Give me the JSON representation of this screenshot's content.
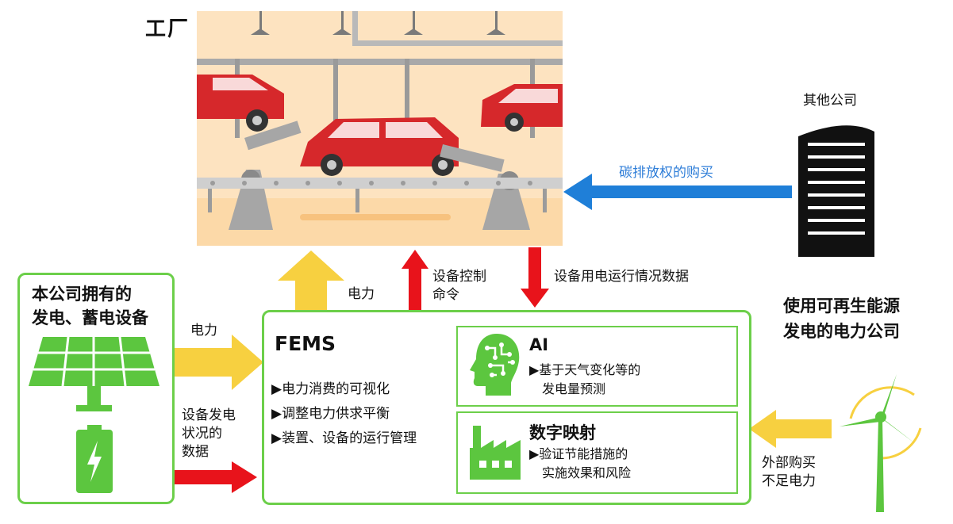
{
  "factory": {
    "title": "工厂"
  },
  "other_company": {
    "title": "其他公司",
    "arrow_label": "碳排放权的购买"
  },
  "renewable": {
    "title_line1": "使用可再生能源",
    "title_line2": "发电的电力公司",
    "arrow_label_line1": "外部购买",
    "arrow_label_line2": "不足电力"
  },
  "own_equipment": {
    "title_line1": "本公司拥有的",
    "title_line2": "发电、蓄电设备"
  },
  "arrows": {
    "power_to_fems": "电力",
    "power_to_factory": "电力",
    "status_data_line1": "设备发电",
    "status_data_line2": "状况的",
    "status_data_line3": "数据",
    "control_line1": "设备控制",
    "control_line2": "命令",
    "usage_data": "设备用电运行情况数据"
  },
  "fems": {
    "title": "FEMS",
    "items": [
      "▶电力消费的可视化",
      "▶调整电力供求平衡",
      "▶装置、设备的运行管理"
    ],
    "ai": {
      "title": "AI",
      "desc_line1": "▶基于天气变化等的",
      "desc_line2": "发电量预测"
    },
    "digital_twin": {
      "title": "数字映射",
      "desc_line1": "▶验证节能措施的",
      "desc_line2": "实施效果和风险"
    }
  },
  "colors": {
    "green": "#6ccf4a",
    "yellow": "#f7d040",
    "red": "#e8131b",
    "blue": "#1f7fd8"
  }
}
